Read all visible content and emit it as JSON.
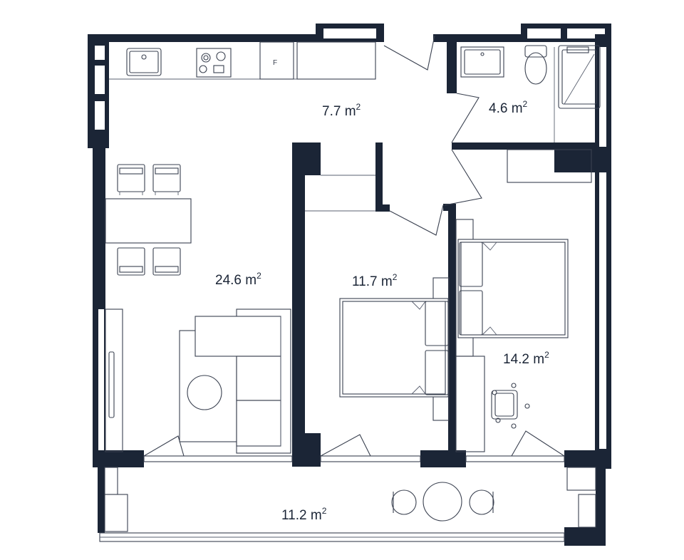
{
  "colors": {
    "wall": "#1b2536",
    "line": "#3a4150",
    "background": "#ffffff"
  },
  "area_unit": "m",
  "area_exponent": "2",
  "rooms": [
    {
      "id": "hall",
      "area": "7.7"
    },
    {
      "id": "bathroom",
      "area": "4.6"
    },
    {
      "id": "living-kitchen",
      "area": "24.6"
    },
    {
      "id": "bedroom-1",
      "area": "11.7"
    },
    {
      "id": "bedroom-2",
      "area": "14.2"
    },
    {
      "id": "balcony",
      "area": "11.2"
    }
  ],
  "fixtures": {
    "fridge_label": "F"
  }
}
